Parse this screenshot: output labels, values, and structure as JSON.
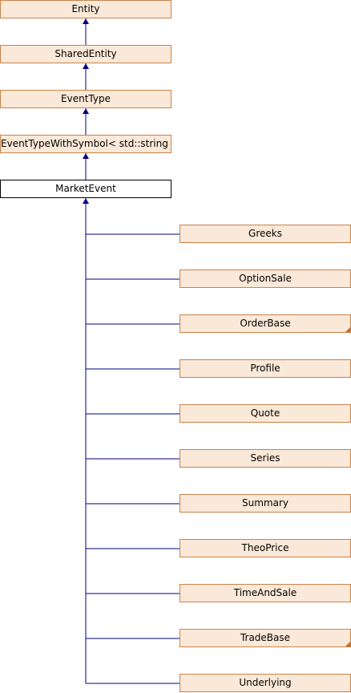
{
  "hierarchy": {
    "ancestors": [
      {
        "label": "Entity",
        "linked": true
      },
      {
        "label": "SharedEntity",
        "linked": true
      },
      {
        "label": "EventType",
        "linked": true
      },
      {
        "label": "EventTypeWithSymbol< std::string >",
        "linked": true
      }
    ],
    "current": {
      "label": "MarketEvent"
    },
    "children": [
      {
        "label": "Greeks",
        "has_more": false
      },
      {
        "label": "OptionSale",
        "has_more": false
      },
      {
        "label": "OrderBase",
        "has_more": true
      },
      {
        "label": "Profile",
        "has_more": false
      },
      {
        "label": "Quote",
        "has_more": false
      },
      {
        "label": "Series",
        "has_more": false
      },
      {
        "label": "Summary",
        "has_more": false
      },
      {
        "label": "TheoPrice",
        "has_more": false
      },
      {
        "label": "TimeAndSale",
        "has_more": false
      },
      {
        "label": "TradeBase",
        "has_more": true
      },
      {
        "label": "Underlying",
        "has_more": false
      }
    ]
  },
  "colors": {
    "edge": "#000080",
    "node_fill": "#fae8d8",
    "node_border": "#c8834b",
    "current_fill": "#ffffff",
    "current_border": "#000000"
  }
}
